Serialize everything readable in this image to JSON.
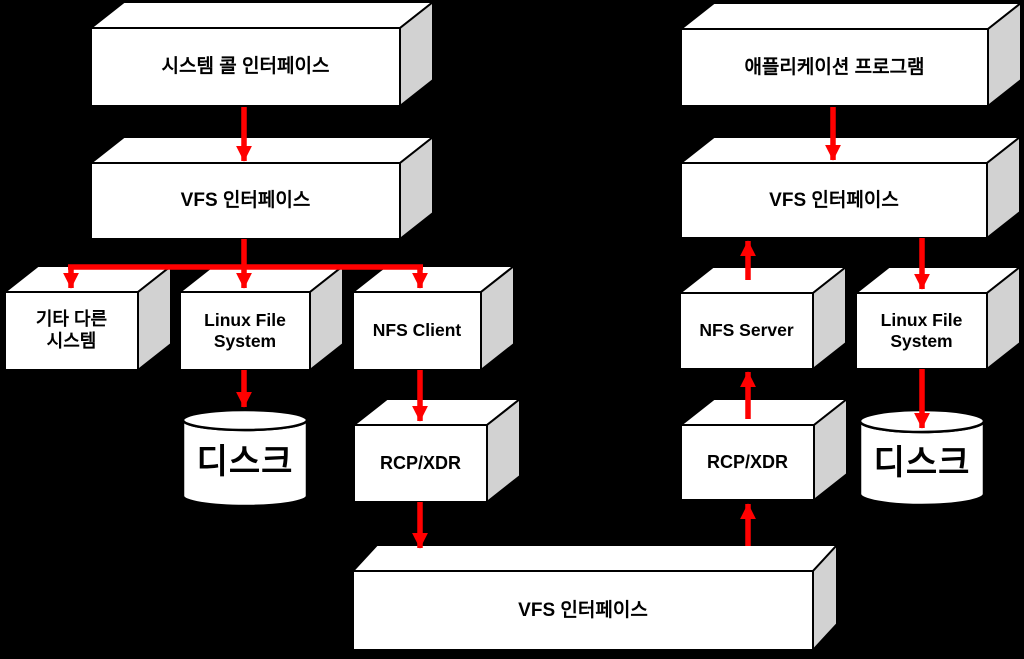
{
  "colors": {
    "background": "#000000",
    "arrow": "#FF0000",
    "box_front": "#FFFFFF",
    "box_top": "#FFFFFF",
    "box_side": "#D2D2D2",
    "outline": "#000000",
    "label_text": "#000000"
  },
  "client_stack": {
    "system_call_interface": "시스템 콜 인터페이스",
    "vfs_interface": "VFS 인터페이스",
    "other_file_system": "기타 다른\n시스템",
    "linux_file_system": "Linux File\nSystem",
    "nfs_client": "NFS Client",
    "disk": "디스크",
    "rcp_xdr": "RCP/XDR"
  },
  "server_stack": {
    "application_program": "애플리케이션 프로그램",
    "vfs_interface": "VFS 인터페이스",
    "nfs_server": "NFS Server",
    "linux_file_system": "Linux File\nSystem",
    "rcp_xdr": "RCP/XDR",
    "disk": "디스크"
  },
  "network_layer": {
    "vfs_interface": "VFS 인터페이스"
  },
  "edges": [
    {
      "from": "system-call-interface",
      "to": "vfs-interface-client",
      "direction": "down"
    },
    {
      "from": "vfs-interface-client",
      "to": "other-file-system",
      "direction": "down"
    },
    {
      "from": "vfs-interface-client",
      "to": "linux-file-system-client",
      "direction": "down"
    },
    {
      "from": "vfs-interface-client",
      "to": "nfs-client",
      "direction": "down"
    },
    {
      "from": "linux-file-system-client",
      "to": "disk-client",
      "direction": "down"
    },
    {
      "from": "nfs-client",
      "to": "rcp-xdr-client",
      "direction": "down"
    },
    {
      "from": "rcp-xdr-client",
      "to": "vfs-interface-network",
      "direction": "down"
    },
    {
      "from": "application-program",
      "to": "vfs-interface-server",
      "direction": "down"
    },
    {
      "from": "vfs-interface-server",
      "to": "linux-file-system-server",
      "direction": "down"
    },
    {
      "from": "linux-file-system-server",
      "to": "disk-server",
      "direction": "down"
    },
    {
      "from": "vfs-interface-network",
      "to": "rcp-xdr-server",
      "direction": "up"
    },
    {
      "from": "rcp-xdr-server",
      "to": "nfs-server",
      "direction": "up"
    },
    {
      "from": "nfs-server",
      "to": "vfs-interface-server",
      "direction": "up"
    }
  ]
}
